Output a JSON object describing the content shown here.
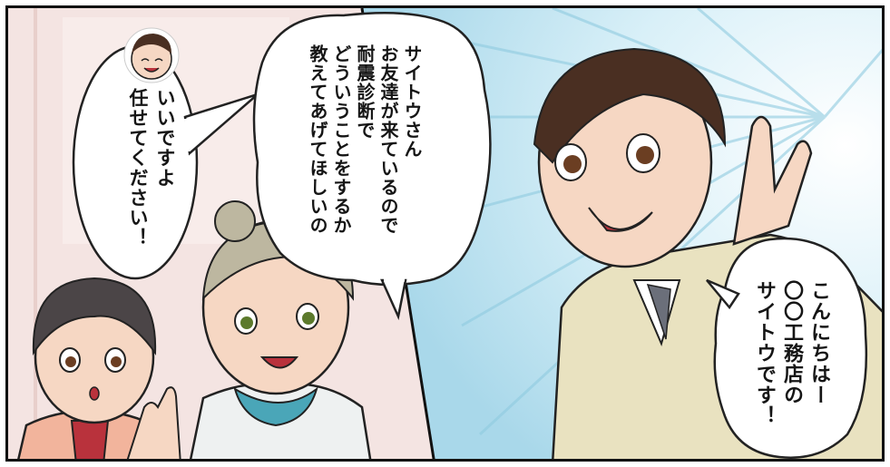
{
  "bubbles": {
    "left_lines": [
      "いいですよ",
      "任せてください！"
    ],
    "middle_lines": [
      "サイトウさん",
      "お友達が来ているので",
      "耐震診断で",
      "どういうことをするか",
      "教えてあげてほしいの"
    ],
    "right_lines": [
      "こんにちはー",
      "〇〇工務店の",
      "サイトウです！"
    ]
  },
  "colors": {
    "background_pink": "#f4e4e2",
    "burst_blue": "#bfe6f3",
    "jacket_beige": "#e9e2c0",
    "skin": "#f6d7c3",
    "hair_brown": "#4a2f22"
  },
  "icons": [
    "speech-bubble",
    "thought-bubble-face"
  ]
}
